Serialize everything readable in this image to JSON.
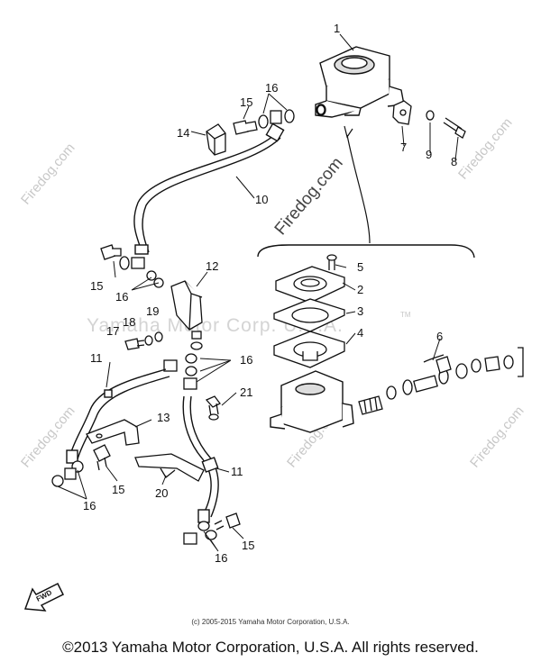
{
  "diagram": {
    "callouts": [
      "1",
      "2",
      "3",
      "4",
      "5",
      "6",
      "7",
      "8",
      "9",
      "10",
      "11",
      "12",
      "13",
      "14",
      "15",
      "16",
      "17",
      "18",
      "19",
      "20",
      "21"
    ],
    "watermarks": {
      "site": "Firedog.com",
      "center": "Yamaha Motor Corp. U.S.A.",
      "tm": "TM"
    },
    "fwd_label": "FWD"
  },
  "small_copyright": "(c) 2005-2015 Yamaha Motor Corporation, U.S.A.",
  "footer_copyright": "©2013 Yamaha Motor Corporation, U.S.A. All rights reserved."
}
